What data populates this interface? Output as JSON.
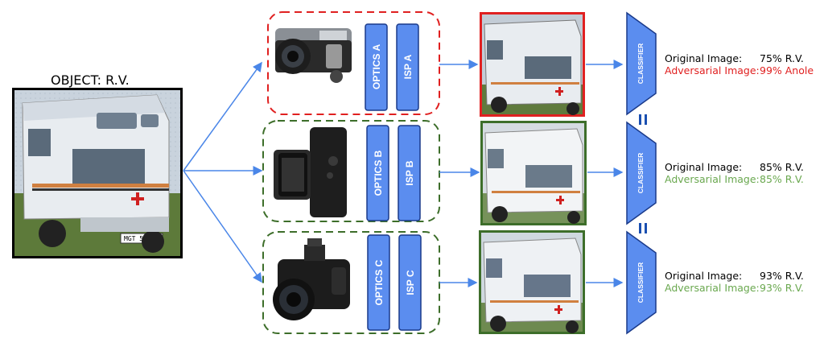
{
  "object_title": "OBJECT: R.V.",
  "classifier_label": "CLASSIFIER",
  "equals_sign": "=",
  "colors": {
    "arrow": "#4a86e8",
    "module_fill": "#5b8def",
    "module_stroke": "#1a3a8a",
    "adversarial_box": "#e02020",
    "normal_box": "#3d6e2a",
    "adversarial_text": "#e02020",
    "normal_alt_text": "#6aa84f"
  },
  "pipelines": [
    {
      "camera_icon": "rangefinder-camera-icon",
      "optics_label": "OPTICS A",
      "isp_label": "ISP A",
      "adversarial": true,
      "original_label": "Original Image:",
      "original_value": "75% R.V.",
      "adversarial_label": "Adversarial Image:",
      "adversarial_value": "99% Anole"
    },
    {
      "camera_icon": "mirrorless-camera-icon",
      "optics_label": "OPTICS B",
      "isp_label": "ISP B",
      "adversarial": false,
      "original_label": "Original Image:",
      "original_value": "85% R.V.",
      "adversarial_label": "Adversarial Image:",
      "adversarial_value": "85% R.V."
    },
    {
      "camera_icon": "dslr-camera-icon",
      "optics_label": "OPTICS C",
      "isp_label": "ISP C",
      "adversarial": false,
      "original_label": "Original Image:",
      "original_value": "93% R.V.",
      "adversarial_label": "Adversarial Image:",
      "adversarial_value": "93% R.V."
    }
  ]
}
